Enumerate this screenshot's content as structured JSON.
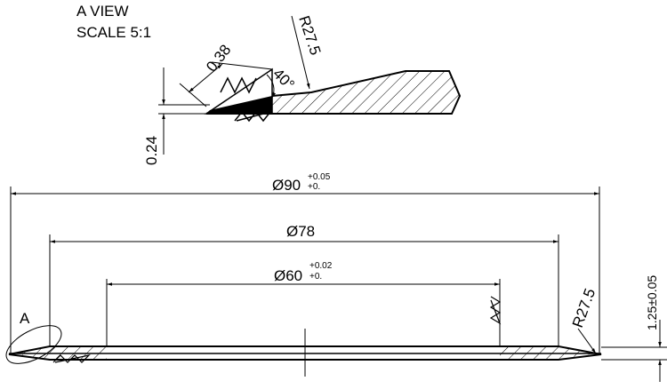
{
  "detail_view": {
    "title_line1": "A VIEW",
    "title_line2": "SCALE 5:1",
    "dim_chamfer": "0.38",
    "dim_radius": "R27.5",
    "dim_angle": "40°",
    "dim_thickness": "0.24"
  },
  "main_view": {
    "dia_outer": "Ø90",
    "dia_outer_tol_upper": "+0.05",
    "dia_outer_tol_lower": "+0.",
    "dia_middle": "Ø78",
    "dia_inner": "Ø60",
    "dia_inner_tol_upper": "+0.02",
    "dia_inner_tol_lower": "+0.",
    "dim_radius": "R27.5",
    "dim_height": "1.25±0.05",
    "detail_label": "A"
  }
}
